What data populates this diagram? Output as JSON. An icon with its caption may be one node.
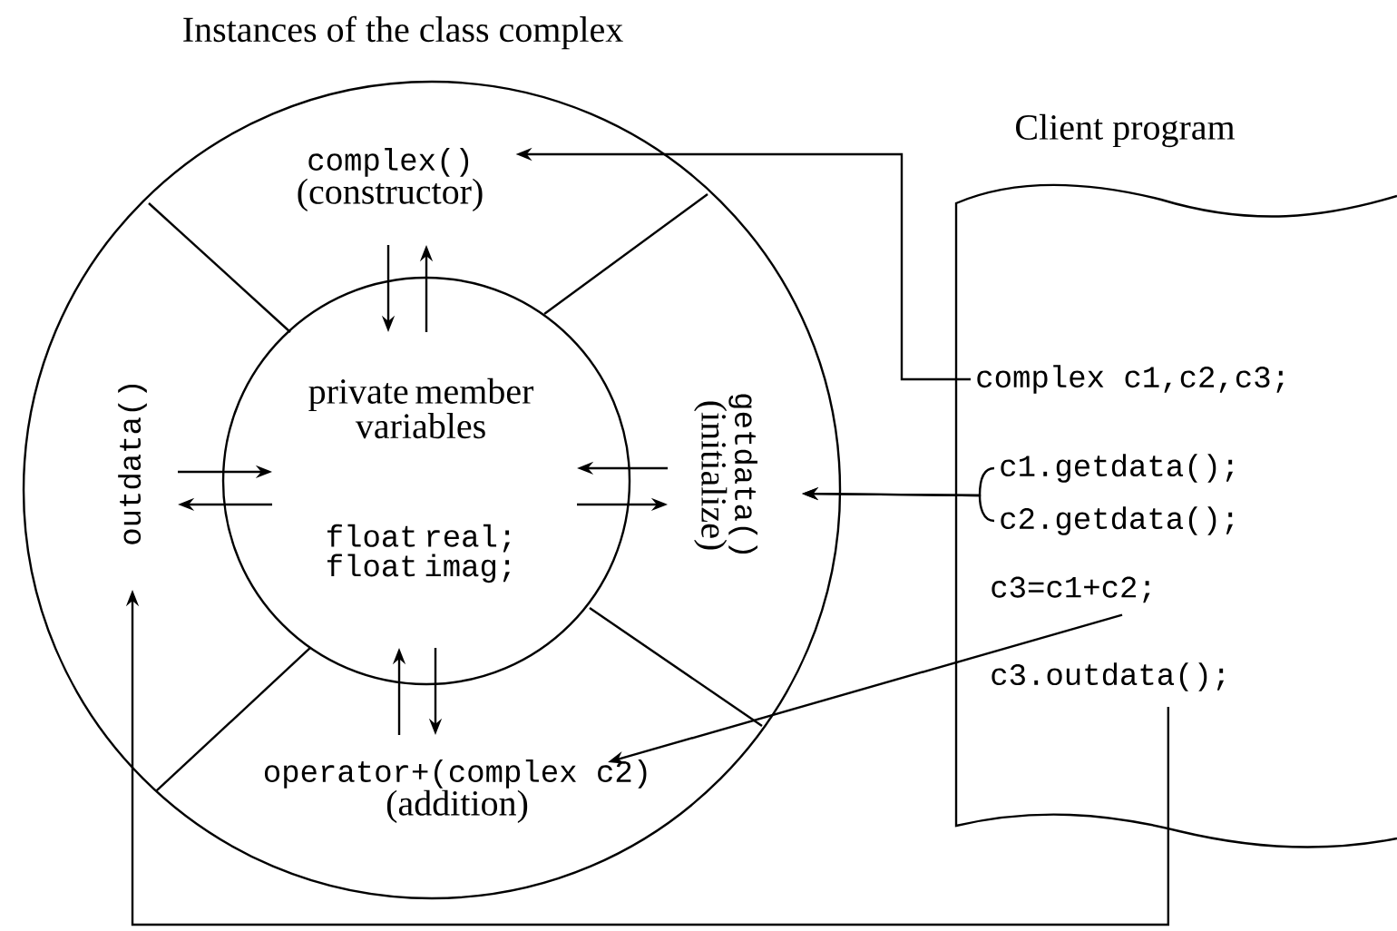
{
  "diagram": {
    "title": "Instances of the class complex",
    "nodes": [
      {
        "text": [],
        "shape": "circle"
      },
      {
        "text": [
          "complex()",
          "(constructor)"
        ],
        "in": 0
      },
      {
        "text": [
          "getdata()",
          "(initialize)"
        ],
        "in": 0
      },
      {
        "text": [
          "operator+(complex c2)",
          "(addition)"
        ],
        "in": 0
      },
      {
        "text": [
          "outdata()"
        ],
        "in": 0
      },
      {
        "text": [
          "private member variables",
          "float real; float imag;"
        ],
        "in": 0
      },
      {
        "text": [
          "Client program"
        ]
      },
      {
        "text": [
          "complex c1,c2,c3;"
        ],
        "in": 6
      },
      {
        "text": [
          "c1.getdata();"
        ],
        "in": 6
      },
      {
        "text": [
          "c2.getdata();"
        ],
        "in": 6
      },
      {
        "text": [
          "c3=c1+c2;"
        ],
        "in": 6
      },
      {
        "text": [
          "c3.outdata();"
        ],
        "in": 6
      }
    ],
    "edges": [
      {
        "from": 7,
        "to": 1,
        "arrow": "to"
      },
      {
        "from": 8,
        "to": 2,
        "arrow": "to"
      },
      {
        "from": 9,
        "to": 2,
        "arrow": "to"
      },
      {
        "from": 10,
        "to": 3,
        "arrow": "to"
      },
      {
        "from": 11,
        "to": 4,
        "arrow": "to"
      },
      {
        "from": 1,
        "to": 5,
        "arrow": "to"
      },
      {
        "from": 5,
        "to": 1,
        "arrow": "to"
      },
      {
        "from": 2,
        "to": 5,
        "arrow": "to"
      },
      {
        "from": 5,
        "to": 2,
        "arrow": "to"
      },
      {
        "from": 4,
        "to": 5,
        "arrow": "to"
      },
      {
        "from": 5,
        "to": 4,
        "arrow": "to"
      },
      {
        "from": 3,
        "to": 5,
        "arrow": "to"
      },
      {
        "from": 5,
        "to": 3,
        "arrow": "to"
      }
    ]
  }
}
